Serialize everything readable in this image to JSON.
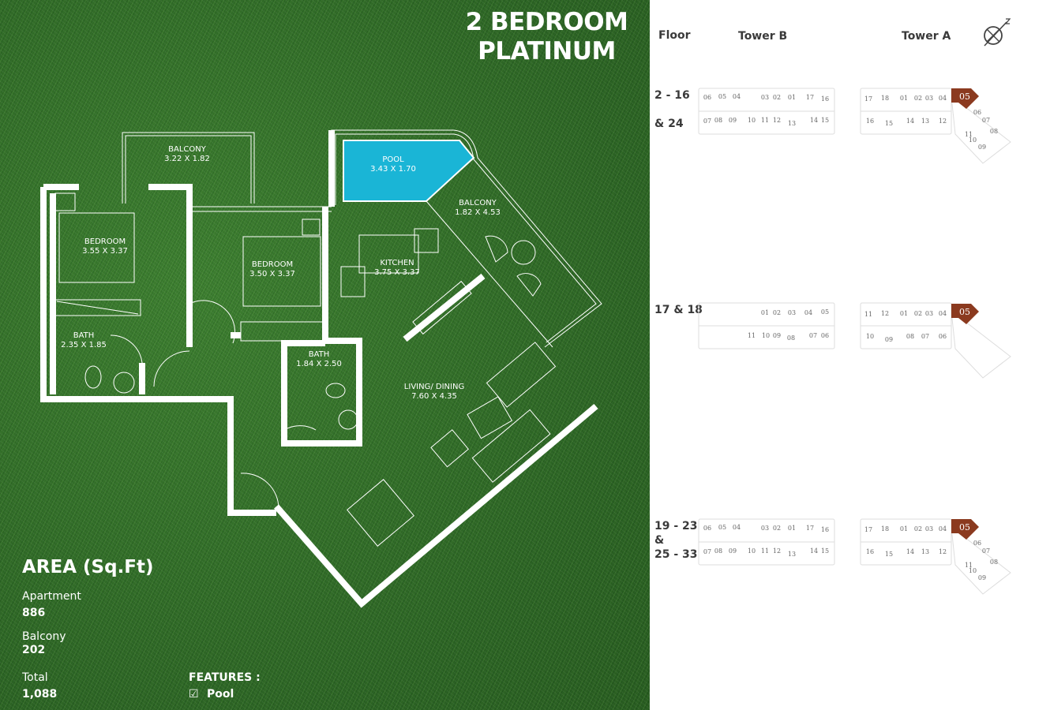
{
  "title": {
    "line1": "2 BEDROOM",
    "line2": "PLATINUM"
  },
  "colors": {
    "grass": "#2f6e28",
    "pool": "#1ab5d6",
    "highlight_unit": "#8b3a1f",
    "walls": "#ffffff"
  },
  "rooms": [
    {
      "name": "BALCONY",
      "size": "3.22 X 1.82"
    },
    {
      "name": "POOL",
      "size": "3.43 X 1.70"
    },
    {
      "name": "BALCONY",
      "size": "1.82 X 4.53"
    },
    {
      "name": "BEDROOM",
      "size": "3.55 X 3.37"
    },
    {
      "name": "BEDROOM",
      "size": "3.50 X 3.37"
    },
    {
      "name": "KITCHEN",
      "size": "3.75 X 3.37"
    },
    {
      "name": "BATH",
      "size": "2.35 X 1.85"
    },
    {
      "name": "BATH",
      "size": "1.84 X 2.50"
    },
    {
      "name": "LIVING/ DINING",
      "size": "7.60 X 4.35"
    }
  ],
  "area": {
    "heading": "AREA (Sq.Ft)",
    "apartment_label": "Apartment",
    "apartment_value": "886",
    "balcony_label": "Balcony",
    "balcony_value": "202",
    "total_label": "Total",
    "total_value": "1,088"
  },
  "features": {
    "heading": "FEATURES :",
    "checkbox": "☑",
    "items": [
      "Pool"
    ]
  },
  "keyplan": {
    "headers": {
      "floor": "Floor",
      "tower_b": "Tower B",
      "tower_a": "Tower A"
    },
    "compass": "north-arrow-icon",
    "highlighted_unit": "05",
    "rows": [
      {
        "floor_lines": [
          "2 - 16",
          "",
          "& 24"
        ],
        "tower_b": [
          "06",
          "05",
          "04",
          "03",
          "02",
          "01",
          "17",
          "16",
          "07",
          "08",
          "09",
          "10",
          "11",
          "12",
          "13",
          "14",
          "15"
        ],
        "tower_a": [
          "17",
          "18",
          "01",
          "02",
          "03",
          "04",
          "05",
          "16",
          "15",
          "14",
          "13",
          "12",
          "06",
          "07",
          "08",
          "11",
          "10",
          "09"
        ]
      },
      {
        "floor_lines": [
          "17 & 18"
        ],
        "tower_b": [
          "01",
          "02",
          "03",
          "04",
          "05",
          "11",
          "10",
          "09",
          "08",
          "07",
          "06"
        ],
        "tower_a": [
          "11",
          "12",
          "01",
          "02",
          "03",
          "04",
          "05",
          "10",
          "09",
          "08",
          "07",
          "06"
        ]
      },
      {
        "floor_lines": [
          "19 - 23",
          "&",
          "25 - 33"
        ],
        "tower_b": [
          "06",
          "05",
          "04",
          "03",
          "02",
          "01",
          "17",
          "16",
          "07",
          "08",
          "09",
          "10",
          "11",
          "12",
          "13",
          "14",
          "15"
        ],
        "tower_a": [
          "17",
          "18",
          "01",
          "02",
          "03",
          "04",
          "05",
          "16",
          "15",
          "14",
          "13",
          "12",
          "06",
          "07",
          "08",
          "11",
          "10",
          "09"
        ]
      }
    ]
  }
}
